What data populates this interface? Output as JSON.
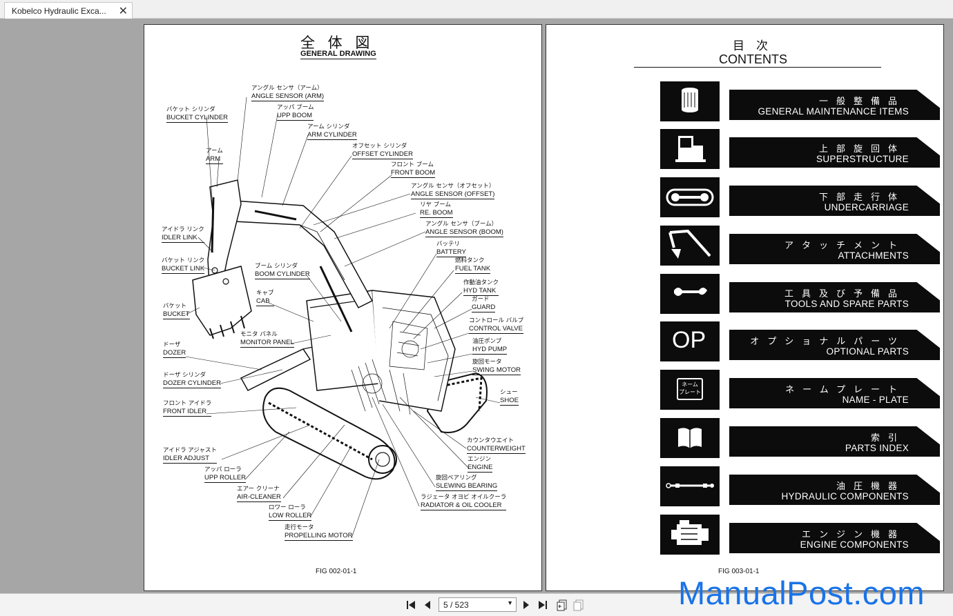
{
  "tab": {
    "title": "Kobelco Hydraulic Exca...",
    "close_glyph": "✕"
  },
  "left_page": {
    "title_jp": "全 体 図",
    "title_en": "GENERAL DRAWING",
    "fig": "FIG 002-01-1",
    "callouts": [
      {
        "jp": "アングル センサ（アーム）",
        "en": "ANGLE SENSOR (ARM)"
      },
      {
        "jp": "バケット シリンダ",
        "en": "BUCKET CYLINDER"
      },
      {
        "jp": "アッパ ブーム",
        "en": "UPP BOOM"
      },
      {
        "jp": "アーム シリンダ",
        "en": "ARM CYLINDER"
      },
      {
        "jp": "アーム",
        "en": "ARM"
      },
      {
        "jp": "オフセット シリンダ",
        "en": "OFFSET CYLINDER"
      },
      {
        "jp": "フロント ブーム",
        "en": "FRONT BOOM"
      },
      {
        "jp": "アングル センサ（オフセット）",
        "en": "ANGLE SENSOR (OFFSET)"
      },
      {
        "jp": "リヤ ブーム",
        "en": "RE. BOOM"
      },
      {
        "jp": "アングル センサ（ブーム）",
        "en": "ANGLE SENSOR (BOOM)"
      },
      {
        "jp": "アイドラ リンク",
        "en": "IDLER LINK"
      },
      {
        "jp": "バッテリ",
        "en": "BATTERY"
      },
      {
        "jp": "バケット リンク",
        "en": "BUCKET LINK"
      },
      {
        "jp": "ブーム シリンダ",
        "en": "BOOM CYLINDER"
      },
      {
        "jp": "燃料タンク",
        "en": "FUEL TANK"
      },
      {
        "jp": "作動油タンク",
        "en": "HYD TANK"
      },
      {
        "jp": "キャブ",
        "en": "CAB"
      },
      {
        "jp": "ガード",
        "en": "GUARD"
      },
      {
        "jp": "バケット",
        "en": "BUCKET"
      },
      {
        "jp": "コントロール バルブ",
        "en": "CONTROL VALVE"
      },
      {
        "jp": "モニタ パネル",
        "en": "MONITOR PANEL"
      },
      {
        "jp": "油圧ポンプ",
        "en": "HYD PUMP"
      },
      {
        "jp": "ドーザ",
        "en": "DOZER"
      },
      {
        "jp": "旋回モータ",
        "en": "SWING MOTOR"
      },
      {
        "jp": "ドーザ シリンダ",
        "en": "DOZER CYLINDER"
      },
      {
        "jp": "シュー",
        "en": "SHOE"
      },
      {
        "jp": "フロント アイドラ",
        "en": "FRONT IDLER"
      },
      {
        "jp": "カウンタウエイト",
        "en": "COUNTERWEIGHT"
      },
      {
        "jp": "アイドラ アジャスト",
        "en": "IDLER ADJUST"
      },
      {
        "jp": "エンジン",
        "en": "ENGINE"
      },
      {
        "jp": "アッパ ローラ",
        "en": "UPP ROLLER"
      },
      {
        "jp": "旋回ベアリング",
        "en": "SLEWING BEARING"
      },
      {
        "jp": "エアー クリーナ",
        "en": "AIR-CLEANER"
      },
      {
        "jp": "ラジェータ オヨビ オイルクーラ",
        "en": "RADIATOR & OIL COOLER"
      },
      {
        "jp": "ロワー ローラ",
        "en": "LOW ROLLER"
      },
      {
        "jp": "走行モータ",
        "en": "PROPELLING MOTOR"
      }
    ]
  },
  "right_page": {
    "title_jp": "目　次",
    "title_en": "CONTENTS",
    "fig": "FIG 003-01-1",
    "items": [
      {
        "jp": "一般整備品",
        "en": "GENERAL MAINTENANCE ITEMS",
        "icon": "filter-icon"
      },
      {
        "jp": "上部旋回体",
        "en": "SUPERSTRUCTURE",
        "icon": "cab-icon"
      },
      {
        "jp": "下部走行体",
        "en": "UNDERCARRIAGE",
        "icon": "track-icon"
      },
      {
        "jp": "アタッチメント",
        "en": "ATTACHMENTS",
        "icon": "attachment-icon"
      },
      {
        "jp": "工具及び予備品",
        "en": "TOOLS AND SPARE PARTS",
        "icon": "wrench-icon"
      },
      {
        "jp": "オプショナルパーツ",
        "en": "OPTIONAL PARTS",
        "icon": "op-icon",
        "icon_text": "OP"
      },
      {
        "jp": "ネームプレート",
        "en": "NAME - PLATE",
        "icon": "nameplate-icon",
        "icon_text": "ネーム\nプレート"
      },
      {
        "jp": "索引",
        "en": "PARTS INDEX",
        "icon": "book-icon"
      },
      {
        "jp": "油圧機器",
        "en": "HYDRAULIC COMPONENTS",
        "icon": "hose-icon"
      },
      {
        "jp": "エンジン機器",
        "en": "ENGINE COMPONENTS",
        "icon": "engine-icon"
      }
    ]
  },
  "toolbar": {
    "page_value": "5 / 523"
  },
  "watermark": "ManualPost.com",
  "colors": {
    "background": "#a6a6a6",
    "watermark": "#1a73e8",
    "banner": "#0c0c0c"
  }
}
